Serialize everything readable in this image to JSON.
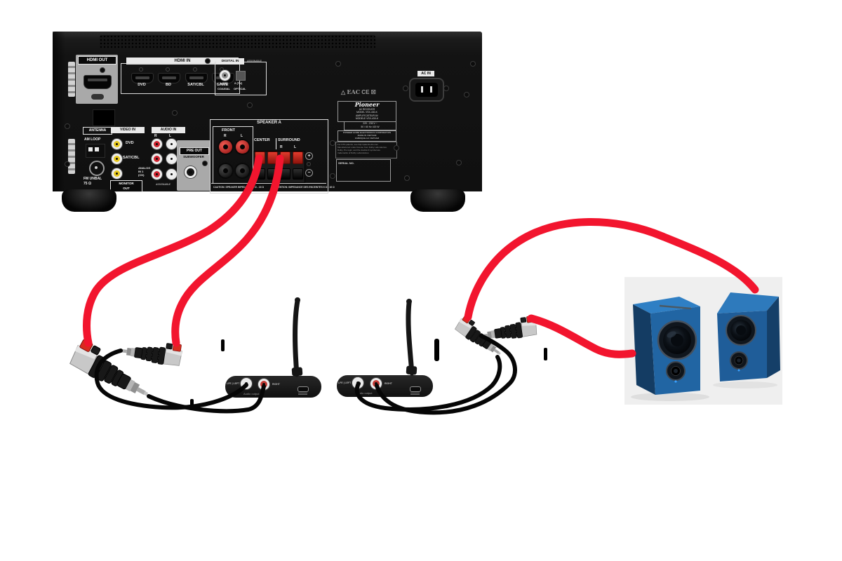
{
  "icons": {
    "warning_triangle": "△",
    "weee_bin": "☒"
  },
  "receiver": {
    "hdmi_out": "HDMI OUT",
    "hdmi_in": "HDMI IN",
    "hdmi_ports": [
      "DVD",
      "BD",
      "SAT/CBL",
      "GAME"
    ],
    "digital_in": "DIGITAL IN",
    "digital_assignable": "ASSIGNABLE",
    "coax_no": "1 (CD)",
    "opt_no": "2 (TV)",
    "coaxial": "COAXIAL",
    "optical": "OPTICAL",
    "ac_in": "AC IN",
    "eac": "EAC",
    "ce": "CE",
    "brand": "Pioneer",
    "nameplate": [
      "AV RECEIVER",
      "MODEL  VSX-430-K",
      "AMPLIFICATEUR AV",
      "MODELE  VSX-430-K"
    ],
    "power": [
      "220 - 230 V ~",
      "50 / 60 Hz    415 W"
    ],
    "corp": [
      "PIONEER HOME ELECTRONICS CORPORATION",
      "MADE IN VIETNAM",
      "FABRIQUE AU VIETNAM"
    ],
    "legal": [
      "For DTS patents, see http://patents.dts.com",
      "Manufactured under license from Dolby Laboratories.",
      "Dolby, Pro logic, and the double-D symbol are",
      "trademarks of Dolby Laboratories."
    ],
    "serial": "SERIAL   NO.",
    "antenna": "ANTENNA",
    "am_loop": "AM LOOP",
    "fm_unbal": "FM UNBAL",
    "fm_ohm": "75 Ω",
    "video_in": "VIDEO IN",
    "audio_in": "AUDIO IN",
    "r": "R",
    "l": "L",
    "dvd": "DVD",
    "sat_cbl": "SAT/CBL",
    "analog": [
      "ANALOG",
      "IN 1",
      "(CD)"
    ],
    "audio_assignable": "ASSIGNABLE",
    "monitor_out": [
      "MONITOR",
      "OUT"
    ],
    "pre_out": "PRE OUT",
    "subwoofer": "SUBWOOFER",
    "speaker_a": "SPEAKER A",
    "front": "FRONT",
    "center": "CENTER",
    "surround": "SURROUND",
    "plus": "+",
    "minus": "−",
    "caution": "CAUTION: SPEAKER IMPEDANCE  6 Ω - 16 Ω",
    "attention": "ATTENTION: IMPEDANCE DES ENCEINTES  6 Ω - 16 Ω"
  },
  "tx_box": {
    "lfe_left": "LFE | LEFT",
    "right": "RIGHT",
    "audio_output": "Audio output"
  },
  "rx_box": {
    "lfe_left": "LFE | LEFT",
    "right": "RIGHT",
    "audio_output": "Audio output"
  },
  "colors": {
    "cable_red": "#f2152e",
    "cable_black": "#060606",
    "speaker_blue": "#2165a3",
    "panel_black": "#141414"
  }
}
